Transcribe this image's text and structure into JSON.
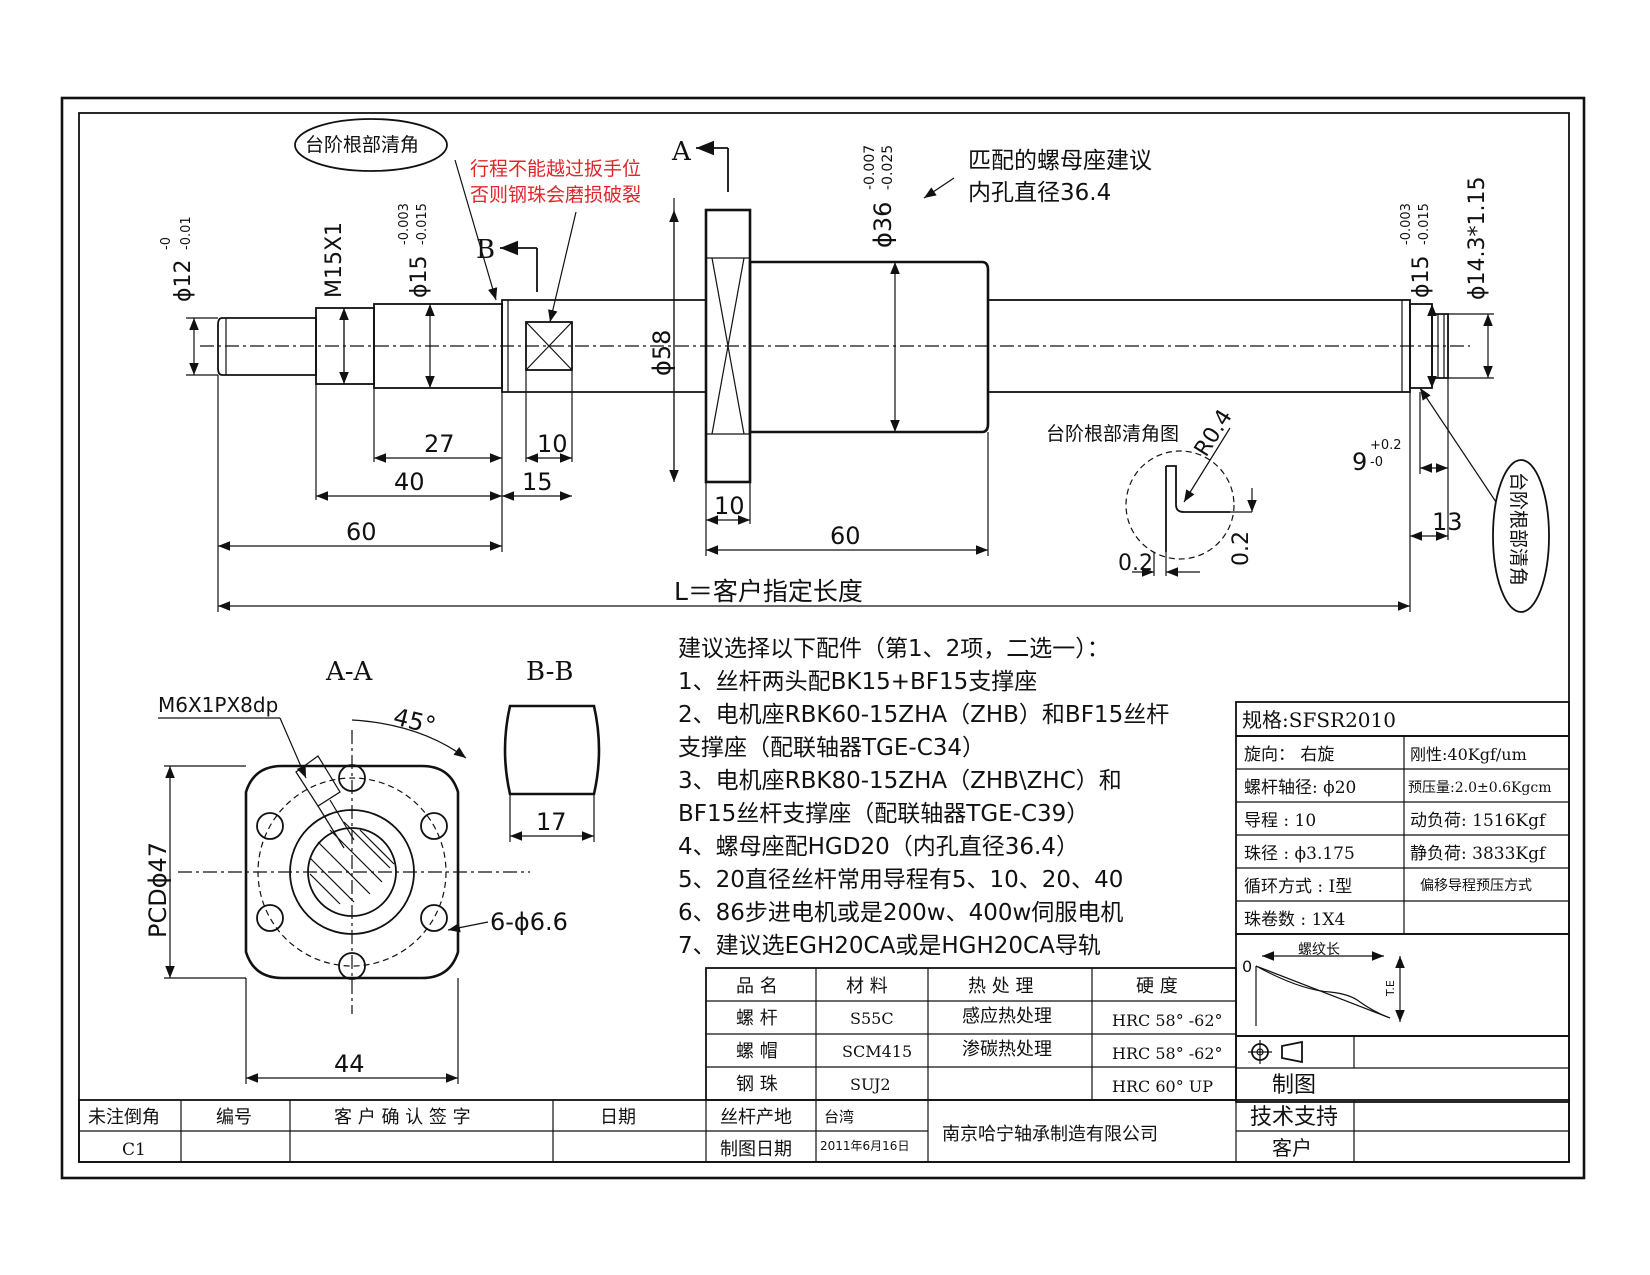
{
  "colors": {
    "line": "#111111",
    "warning": "#e0262b",
    "paper": "#ffffff"
  },
  "shaft": {
    "callout_chamfer_top": "台阶根部清角",
    "warning_line1": "行程不能越过扳手位",
    "warning_line2": "否则钢珠会磨损破裂",
    "section_a_label": "A",
    "section_b_label": "B",
    "dia_12": "ϕ12",
    "dia_12_tol_up": "-0",
    "dia_12_tol_low": "-0.01",
    "thread_m15": "M15X1",
    "dia_15_left": "ϕ15",
    "dia_15_tol_up": "-0.003",
    "dia_15_tol_low": "-0.015",
    "dia_36": "ϕ36",
    "dia_36_tol_up": "-0.007",
    "dia_36_tol_low": "-0.025",
    "dia_58": "ϕ58",
    "nut_seat_line1": "匹配的螺母座建议",
    "nut_seat_line2": "内孔直径36.4",
    "dia_15_right": "ϕ15",
    "dia_15r_tol_up": "-0.003",
    "dia_15r_tol_low": "-0.015",
    "dia_14_3": "ϕ14.3*1.15",
    "dim_27": "27",
    "dim_10a": "10",
    "dim_40": "40",
    "dim_15": "15",
    "dim_60a": "60",
    "dim_10b": "10",
    "dim_60b": "60",
    "dim_9": "9",
    "dim_9_tol_up": "+0.2",
    "dim_9_tol_low": "-0",
    "dim_13": "13",
    "total_length": "L＝客户指定长度",
    "detail_title": "台阶根部清角图",
    "detail_r": "R0.4",
    "detail_02a": "0.2",
    "detail_02b": "0.2",
    "callout_chamfer_right": "台阶根部清角"
  },
  "views": {
    "aa_title": "A-A",
    "bb_title": "B-B",
    "tap_hole": "M6X1PX8dp",
    "angle": "45°",
    "pcd": "PCDϕ47",
    "holes": "6-ϕ6.6",
    "width_44": "44",
    "flat_17": "17"
  },
  "notes": {
    "heading": "建议选择以下配件（第1、2项，二选一）：",
    "items": [
      "1、丝杆两头配BK15+BF15支撑座",
      "2、电机座RBK60-15ZHA（ZHB）和BF15丝杆",
      "支撑座（配联轴器TGE-C34）",
      "3、电机座RBK80-15ZHA（ZHB\\ZHC）和",
      "BF15丝杆支撑座（配联轴器TGE-C39）",
      "4、螺母座配HGD20（内孔直径36.4）",
      "5、20直径丝杆常用导程有5、10、20、40",
      "6、86步进电机或是200w、400w伺服电机",
      "7、建议选EGH20CA或是HGH20CA导轨"
    ]
  },
  "spec": {
    "model": "规格:SFSR2010",
    "rows": [
      {
        "left": "旋向： 右旋",
        "right": "刚性:40Kgf/um"
      },
      {
        "left": "螺杆轴径: ϕ20",
        "right": "预压量:2.0±0.6Kgcm"
      },
      {
        "left": "导程 :   10",
        "right": "动负荷: 1516Kgf"
      },
      {
        "left": "珠径 : ϕ3.175",
        "right": "静负荷: 3833Kgf"
      },
      {
        "left": "循环方式 : I型",
        "right": "偏移导程预压方式"
      },
      {
        "left": "珠卷数 : 1X4",
        "right": ""
      }
    ],
    "graph_title": "螺纹长",
    "graph_zero": "0",
    "graph_axis": "T.E",
    "drawing_label": "制图"
  },
  "materials": {
    "headers": [
      "品 名",
      "材 料",
      "热 处 理",
      "硬 度"
    ],
    "rows": [
      [
        "螺 杆",
        "S55C",
        "感应热处理",
        "HRC 58° -62°"
      ],
      [
        "螺 帽",
        "SCM415",
        "渗碳热处理",
        "HRC 58° -62°"
      ],
      [
        "钢 珠",
        "SUJ2",
        "",
        "HRC 60°  UP"
      ]
    ]
  },
  "title_block": {
    "h_chamfer": "未注倒角",
    "h_number": "编号",
    "h_sign": "客 户 确 认 签 字",
    "h_date": "日期",
    "chamfer_value": "C1",
    "origin_label": "丝杆产地",
    "origin_value": "台湾",
    "date_label": "制图日期",
    "date_value": "2011年6月16日",
    "company": "南京哈宁轴承制造有限公司",
    "tech_support": "技术支持",
    "customer": "客户"
  }
}
